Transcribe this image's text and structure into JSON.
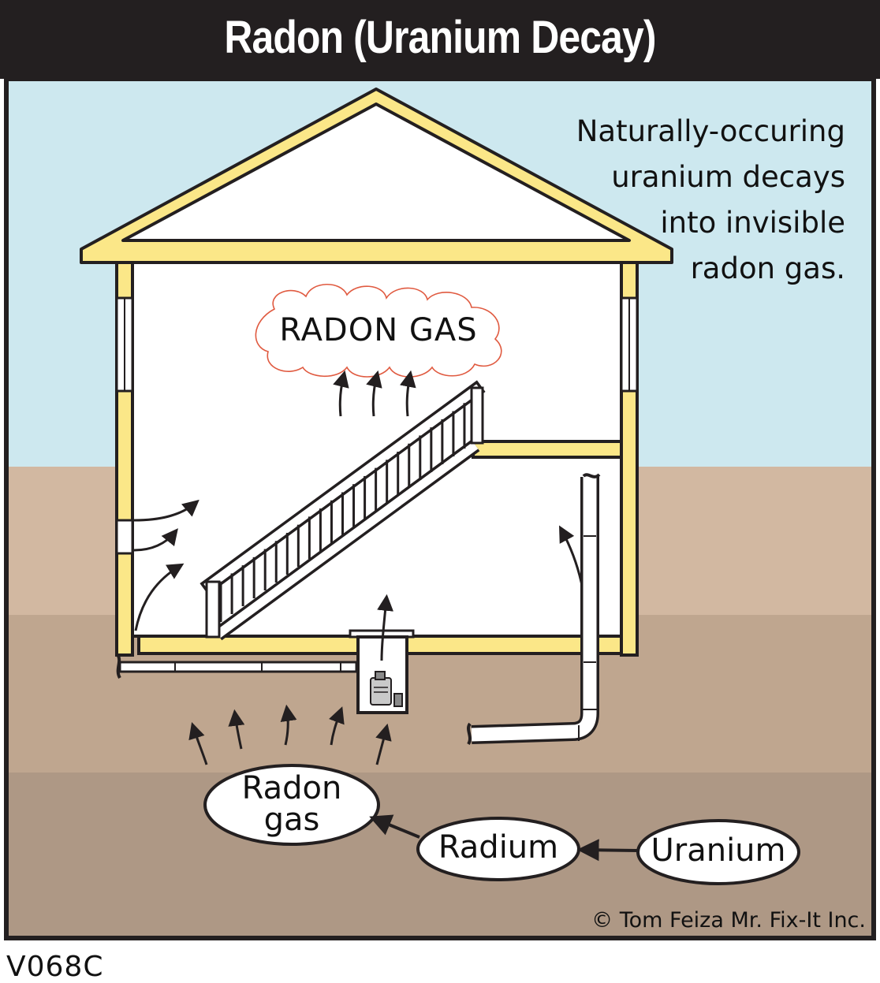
{
  "title": "Radon (Uranium Decay)",
  "caption": {
    "lines": [
      "Naturally-occuring",
      "uranium decays",
      "into invisible",
      "radon gas."
    ]
  },
  "labels": {
    "cloud": "RADON GAS",
    "radon_gas_line1": "Radon",
    "radon_gas_line2": "gas",
    "radium": "Radium",
    "uranium": "Uranium"
  },
  "copyright": "© Tom Feiza Mr. Fix-It Inc.",
  "figure_code": "V068C",
  "colors": {
    "title_bar": "#231f20",
    "sky": "#cde8ef",
    "soil_upper": "#d2b8a1",
    "soil_mid": "#bfa68f",
    "soil_deep": "#ae9885",
    "framing": "#fbe788",
    "interior": "#ffffff",
    "cloud_outline": "#e05a40",
    "outline": "#231f20"
  }
}
